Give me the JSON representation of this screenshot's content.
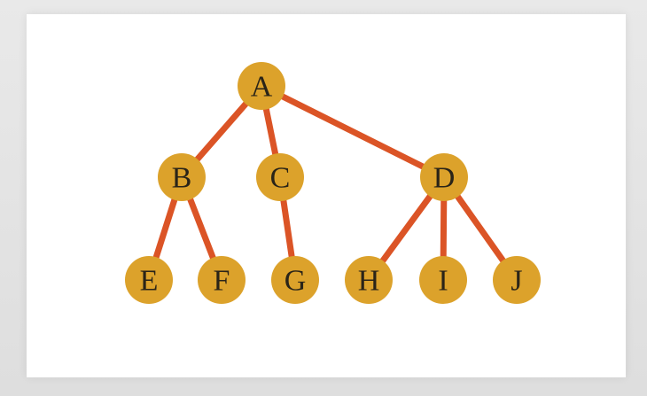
{
  "colors": {
    "node_fill": "#dca22b",
    "edge_stroke": "#db5426",
    "label_text": "#2a2418"
  },
  "nodes": [
    {
      "id": "A",
      "label": "A"
    },
    {
      "id": "B",
      "label": "B"
    },
    {
      "id": "C",
      "label": "C"
    },
    {
      "id": "D",
      "label": "D"
    },
    {
      "id": "E",
      "label": "E"
    },
    {
      "id": "F",
      "label": "F"
    },
    {
      "id": "G",
      "label": "G"
    },
    {
      "id": "H",
      "label": "H"
    },
    {
      "id": "I",
      "label": "I"
    },
    {
      "id": "J",
      "label": "J"
    }
  ],
  "edges": [
    {
      "from": "A",
      "to": "B"
    },
    {
      "from": "A",
      "to": "C"
    },
    {
      "from": "A",
      "to": "D"
    },
    {
      "from": "B",
      "to": "E"
    },
    {
      "from": "B",
      "to": "F"
    },
    {
      "from": "C",
      "to": "G"
    },
    {
      "from": "D",
      "to": "H"
    },
    {
      "from": "D",
      "to": "I"
    },
    {
      "from": "D",
      "to": "J"
    }
  ]
}
